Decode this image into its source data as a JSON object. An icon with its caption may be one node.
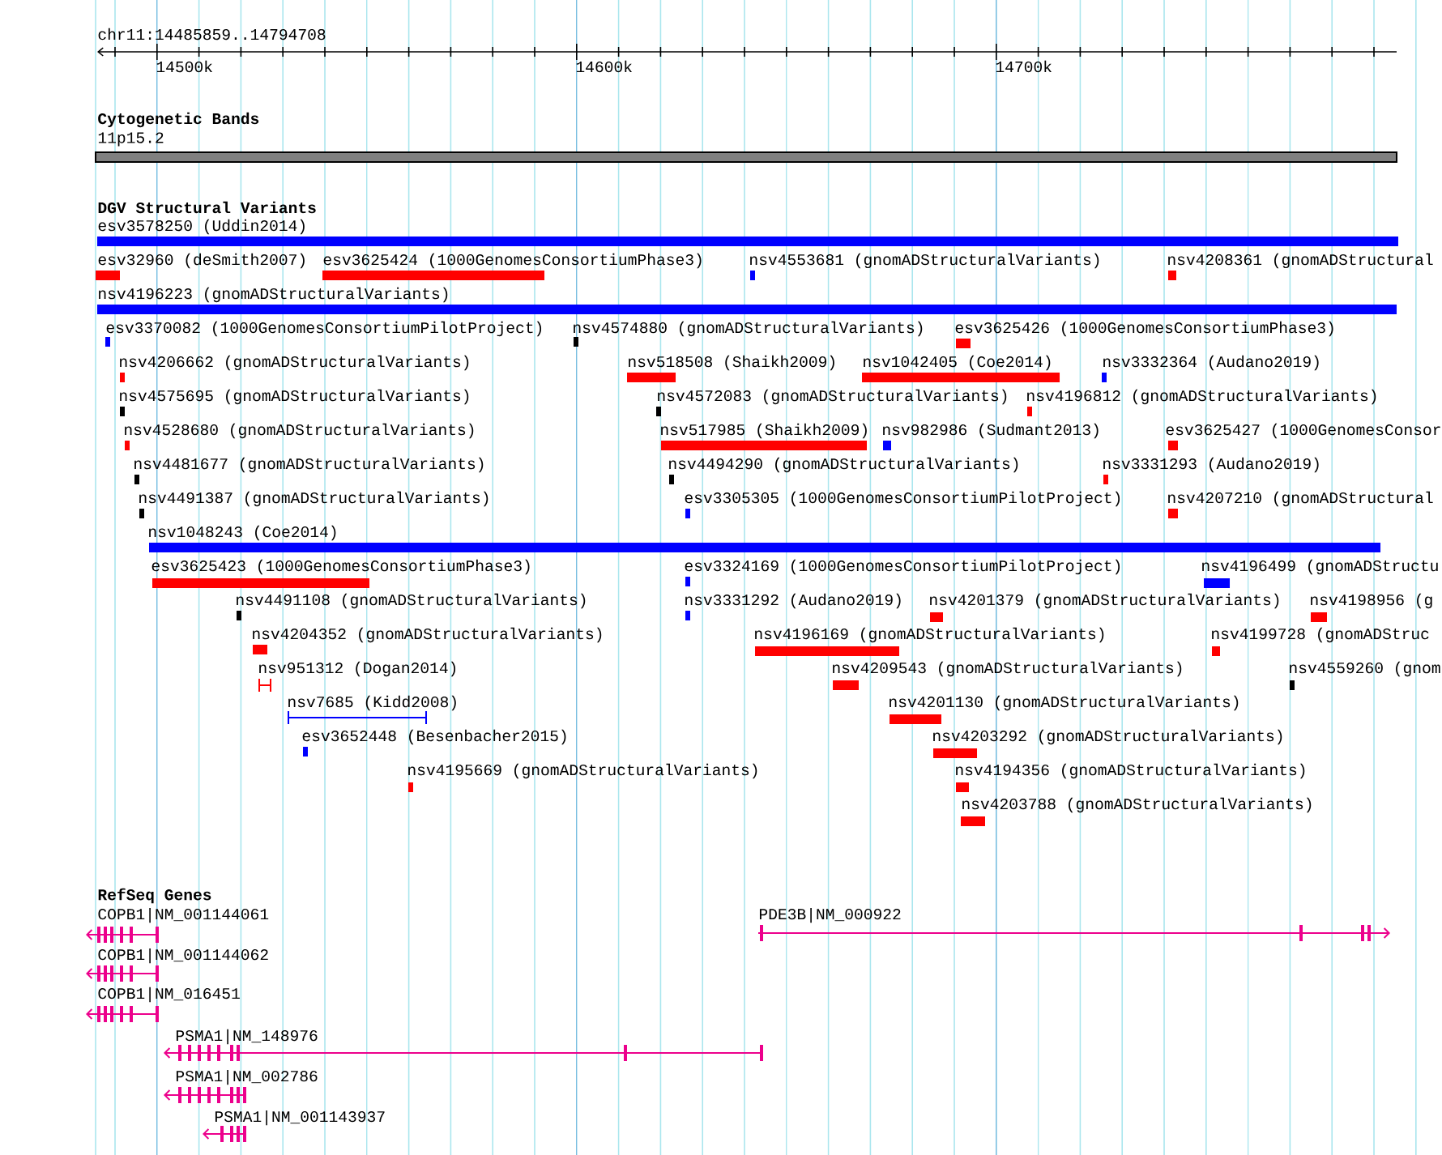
{
  "diagram": {
    "nodes": [
      {
        "text": [
          "11p15.2"
        ]
      },
      {
        "text": [
          "esv3578250 (Uddin2014)"
        ]
      },
      {
        "text": [
          "esv32960 (deSmith2007)"
        ]
      },
      {
        "text": [
          "esv3625424 (1000GenomesConsortiumPhase3)"
        ]
      },
      {
        "text": [
          "nsv4553681 (gnomADStructuralVariants)"
        ]
      },
      {
        "text": [
          "nsv4208361 (gnomADStructural"
        ]
      },
      {
        "text": [
          "nsv4196223 (gnomADStructuralVariants)"
        ]
      },
      {
        "text": [
          "esv3370082 (1000GenomesConsortiumPilotProject)"
        ]
      },
      {
        "text": [
          "nsv4574880 (gnomADStructuralVariants)"
        ]
      },
      {
        "text": [
          "esv3625426 (1000GenomesConsortiumPhase3)"
        ]
      },
      {
        "text": [
          "nsv4206662 (gnomADStructuralVariants)"
        ]
      },
      {
        "text": [
          "nsv518508 (Shaikh2009)"
        ]
      },
      {
        "text": [
          "nsv1042405 (Coe2014)"
        ]
      },
      {
        "text": [
          "nsv3332364 (Audano2019)"
        ]
      },
      {
        "text": [
          "nsv4575695 (gnomADStructuralVariants)"
        ]
      },
      {
        "text": [
          "nsv4572083 (gnomADStructuralVariants)"
        ]
      },
      {
        "text": [
          "nsv4196812 (gnomADStructuralVariants)"
        ]
      },
      {
        "text": [
          "nsv4528680 (gnomADStructuralVariants)"
        ]
      },
      {
        "text": [
          "nsv517985 (Shaikh2009)"
        ]
      },
      {
        "text": [
          "nsv982986 (Sudmant2013)"
        ]
      },
      {
        "text": [
          "esv3625427 (1000GenomesConsor"
        ]
      },
      {
        "text": [
          "nsv4481677 (gnomADStructuralVariants)"
        ]
      },
      {
        "text": [
          "nsv4494290 (gnomADStructuralVariants)"
        ]
      },
      {
        "text": [
          "nsv3331293 (Audano2019)"
        ]
      },
      {
        "text": [
          "nsv4491387 (gnomADStructuralVariants)"
        ]
      },
      {
        "text": [
          "esv3305305 (1000GenomesConsortiumPilotProject)"
        ]
      },
      {
        "text": [
          "nsv4207210 (gnomADStructural"
        ]
      },
      {
        "text": [
          "nsv1048243 (Coe2014)"
        ]
      },
      {
        "text": [
          "esv3625423 (1000GenomesConsortiumPhase3)"
        ]
      },
      {
        "text": [
          "esv3324169 (1000GenomesConsortiumPilotProject)"
        ]
      },
      {
        "text": [
          "nsv4196499 (gnomADStructu"
        ]
      },
      {
        "text": [
          "nsv4491108 (gnomADStructuralVariants)"
        ]
      },
      {
        "text": [
          "nsv3331292 (Audano2019)"
        ]
      },
      {
        "text": [
          "nsv4201379 (gnomADStructuralVariants)"
        ]
      },
      {
        "text": [
          "nsv4198956 (g"
        ]
      },
      {
        "text": [
          "nsv4204352 (gnomADStructuralVariants)"
        ]
      },
      {
        "text": [
          "nsv4196169 (gnomADStructuralVariants)"
        ]
      },
      {
        "text": [
          "nsv4199728 (gnomADStruc"
        ]
      },
      {
        "text": [
          "nsv951312 (Dogan2014)"
        ]
      },
      {
        "text": [
          "nsv4209543 (gnomADStructuralVariants)"
        ]
      },
      {
        "text": [
          "nsv4559260 (gnom"
        ]
      },
      {
        "text": [
          "nsv7685 (Kidd2008)"
        ]
      },
      {
        "text": [
          "nsv4201130 (gnomADStructuralVariants)"
        ]
      },
      {
        "text": [
          "esv3652448 (Besenbacher2015)"
        ]
      },
      {
        "text": [
          "nsv4203292 (gnomADStructuralVariants)"
        ]
      },
      {
        "text": [
          "nsv4195669 (gnomADStructuralVariants)"
        ]
      },
      {
        "text": [
          "nsv4194356 (gnomADStructuralVariants)"
        ]
      },
      {
        "text": [
          "nsv4203788 (gnomADStructuralVariants)"
        ]
      },
      {
        "text": [
          "COPB1|NM_001144061"
        ]
      },
      {
        "text": [
          "PDE3B|NM_000922"
        ]
      },
      {
        "text": [
          "COPB1|NM_001144062"
        ]
      },
      {
        "text": [
          "COPB1|NM_016451"
        ]
      },
      {
        "text": [
          "PSMA1|NM_148976"
        ]
      },
      {
        "text": [
          "PSMA1|NM_002786"
        ]
      },
      {
        "text": [
          "PSMA1|NM_001143937"
        ]
      }
    ],
    "labels": [
      "chr11:14485859..14794708",
      "14500k",
      "14600k",
      "14700k",
      "Cytogenetic Bands",
      "DGV Structural Variants",
      "RefSeq Genes"
    ]
  }
}
